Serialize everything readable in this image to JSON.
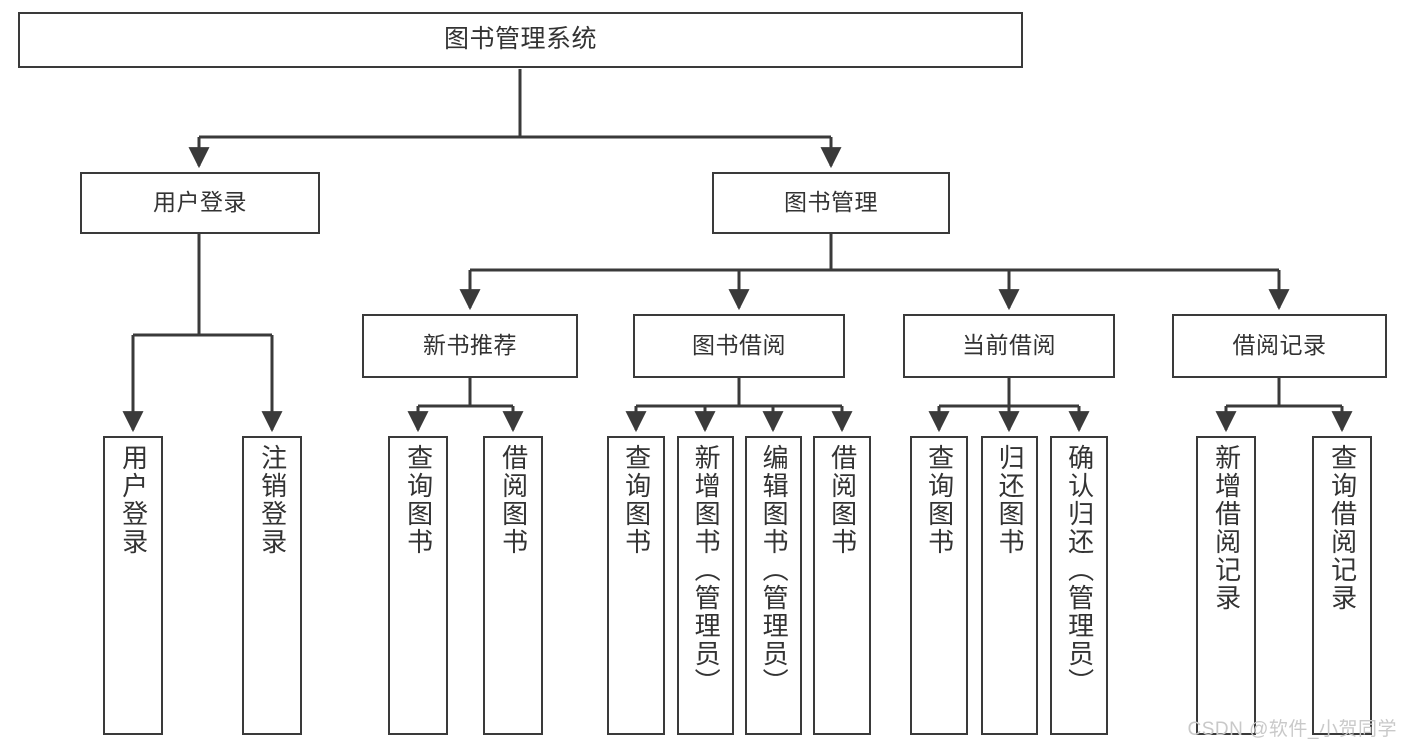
{
  "diagram": {
    "title": "图书管理系统",
    "type": "tree-hierarchy",
    "stroke_color": "#3a3a3a",
    "text_color": "#333333",
    "background_color": "#ffffff"
  },
  "root": {
    "label": "图书管理系统"
  },
  "level2": [
    {
      "label": "用户登录"
    },
    {
      "label": "图书管理"
    }
  ],
  "level3": [
    {
      "label": "新书推荐"
    },
    {
      "label": "图书借阅"
    },
    {
      "label": "当前借阅"
    },
    {
      "label": "借阅记录"
    }
  ],
  "leaves": {
    "user_login": [
      {
        "label": "用户登录"
      },
      {
        "label": "注销登录"
      }
    ],
    "new_book_recommend": [
      {
        "label": "查询图书"
      },
      {
        "label": "借阅图书"
      }
    ],
    "book_borrow": [
      {
        "label": "查询图书"
      },
      {
        "label": "新增图书（管理员）"
      },
      {
        "label": "编辑图书（管理员）"
      },
      {
        "label": "借阅图书"
      }
    ],
    "current_borrow": [
      {
        "label": "查询图书"
      },
      {
        "label": "归还图书"
      },
      {
        "label": "确认归还（管理员）"
      }
    ],
    "borrow_record": [
      {
        "label": "新增借阅记录"
      },
      {
        "label": "查询借阅记录"
      }
    ]
  },
  "watermark": {
    "text": "CSDN @软件_小贺同学"
  }
}
